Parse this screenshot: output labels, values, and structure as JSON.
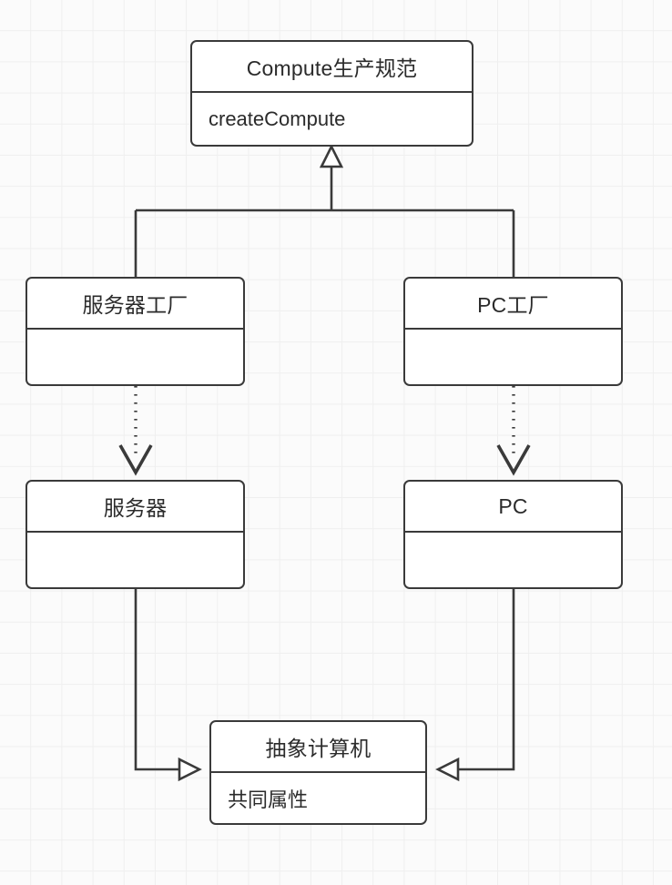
{
  "diagram": {
    "type": "uml-class-diagram",
    "background_color": "#fbfbfb",
    "grid_color": "#efefef",
    "stroke_color": "#3a3a3a",
    "node_fill": "#ffffff",
    "text_color": "#2b2b2b",
    "nodes": [
      {
        "id": "interface",
        "title": "Compute生产规范",
        "body": "createCompute",
        "role": "interface"
      },
      {
        "id": "server-factory",
        "title": "服务器工厂",
        "body": "",
        "role": "concrete-factory"
      },
      {
        "id": "pc-factory",
        "title": "PC工厂",
        "body": "",
        "role": "concrete-factory"
      },
      {
        "id": "server",
        "title": "服务器",
        "body": "",
        "role": "product"
      },
      {
        "id": "pc",
        "title": "PC",
        "body": "",
        "role": "product"
      },
      {
        "id": "abstract",
        "title": "抽象计算机",
        "body": "共同属性",
        "role": "abstract-class"
      }
    ],
    "edges": [
      {
        "from": "server-factory",
        "to": "interface",
        "style": "solid",
        "arrow": "hollow-triangle"
      },
      {
        "from": "pc-factory",
        "to": "interface",
        "style": "solid",
        "arrow": "hollow-triangle"
      },
      {
        "from": "server-factory",
        "to": "server",
        "style": "dotted",
        "arrow": "open-v"
      },
      {
        "from": "pc-factory",
        "to": "pc",
        "style": "dotted",
        "arrow": "open-v"
      },
      {
        "from": "server",
        "to": "abstract",
        "style": "solid",
        "arrow": "hollow-triangle"
      },
      {
        "from": "pc",
        "to": "abstract",
        "style": "solid",
        "arrow": "hollow-triangle"
      }
    ]
  }
}
